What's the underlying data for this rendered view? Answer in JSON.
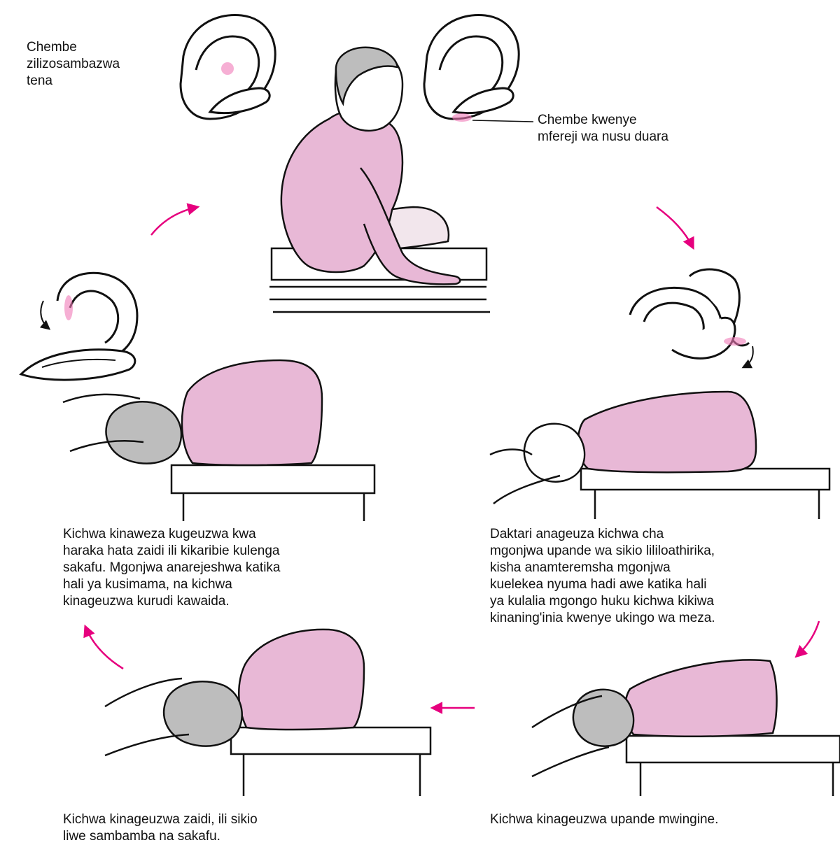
{
  "labels": {
    "particles_dispersed": "Chembe\nzilizosambazwa\ntena",
    "particles_in_canal": "Chembe kwenye\nmfereji wa nusu duara"
  },
  "captions": {
    "head_turned_sideways": "Daktari anageuza kichwa cha\nmgonjwa upande wa sikio lililoathirika,\nkisha anamteremsha mgonjwa\nkuelekea nyuma hadi awe katika hali\nya kulalia mgongo huku kichwa kikiwa\nkinaning'inia kwenye ukingo wa meza.",
    "head_turned_other_side": "Kichwa kinageuzwa upande mwingine.",
    "head_turned_further": "Kichwa kinageuzwa zaidi, ili sikio\nliwe sambamba na sakafu.",
    "head_turned_faster": "Kichwa kinaweza kugeuzwa kwa\nharaka hata zaidi ili kikaribie kulenga\nsakafu. Mgonjwa anarejeshwa katika\nhali ya kusimama, na kichwa\nkinageuzwa kurudi kawaida."
  },
  "colors": {
    "shirt": "#e8b8d6",
    "arrow": "#e6007e",
    "outline": "#111111",
    "hair": "#bdbdbd",
    "particles": "#f07ab8",
    "table": "#ffffff"
  }
}
